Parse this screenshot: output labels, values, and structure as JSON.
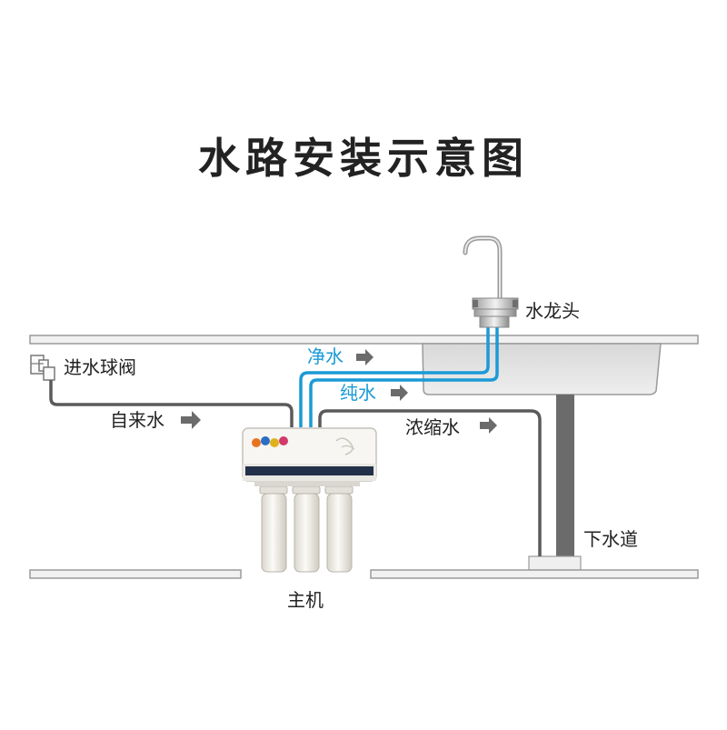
{
  "title": "水路安装示意图",
  "labels": {
    "faucet": "水龙头",
    "inlet_valve": "进水球阀",
    "tap_water": "自来水",
    "clean_water": "净水",
    "pure_water": "纯水",
    "concentrate_water": "浓缩水",
    "drain": "下水道",
    "main_unit": "主机"
  },
  "colors": {
    "pipe_gray": "#5a5a5a",
    "pipe_blue": "#1a9ad6",
    "arrow": "#6b6b6b"
  }
}
